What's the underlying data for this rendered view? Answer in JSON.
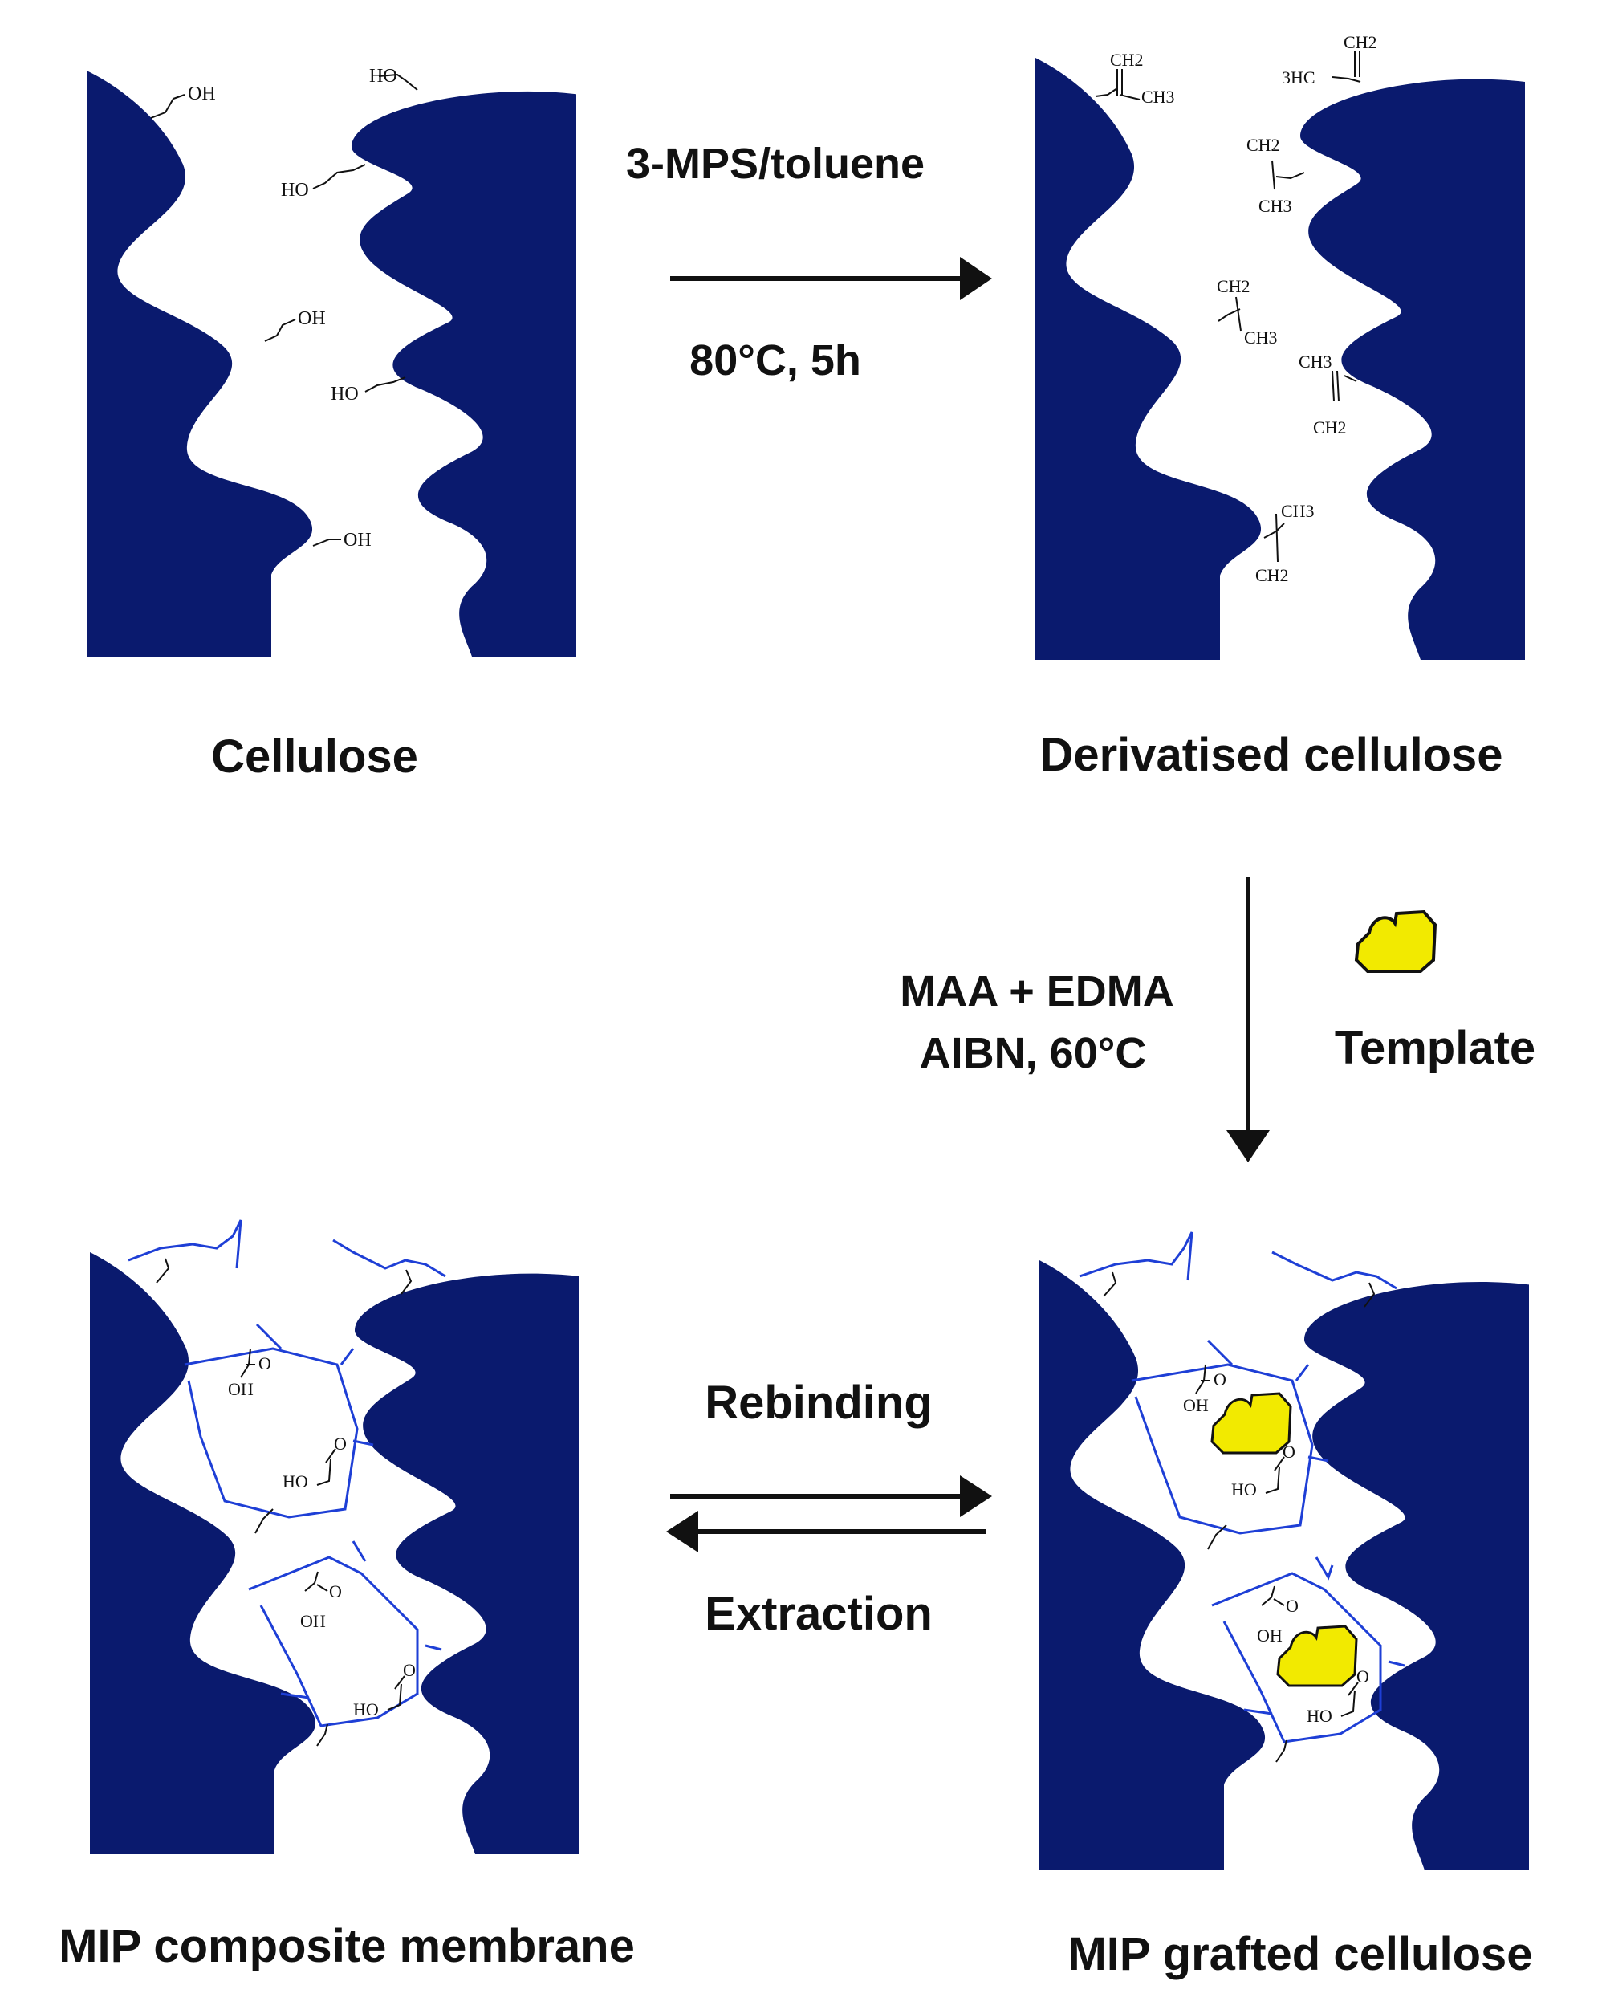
{
  "colors": {
    "cellulose": "#0a1a6e",
    "polymer": "#1e3fd6",
    "template": "#f2ea00",
    "ink": "#111111"
  },
  "panels": {
    "cellulose": {
      "title": "Cellulose",
      "groups": [
        "OH",
        "HO",
        "HO",
        "OH",
        "HO",
        "OH"
      ]
    },
    "derivatised": {
      "title": "Derivatised cellulose",
      "groups": [
        "CH2",
        "CH3",
        "CH2",
        "3HC",
        "CH2",
        "CH3",
        "CH2",
        "CH3",
        "CH3",
        "CH2",
        "CH3",
        "CH2"
      ]
    },
    "mip_composite": {
      "title": "MIP composite membrane",
      "groups": [
        "O",
        "OH",
        "HO",
        "O",
        "O",
        "OH",
        "HO",
        "O"
      ]
    },
    "mip_grafted": {
      "title": "MIP grafted cellulose",
      "groups": [
        "O",
        "OH",
        "HO",
        "O",
        "O",
        "OH",
        "HO",
        "O"
      ]
    }
  },
  "steps": {
    "derivatisation": {
      "reagent": "3-MPS/toluene",
      "conditions": "80°C, 5h"
    },
    "polymerisation": {
      "line1": "MAA + EDMA",
      "line2": "AIBN, 60°C",
      "template_label": "Template"
    },
    "equilibrium": {
      "forward": "Rebinding",
      "reverse": "Extraction"
    }
  }
}
